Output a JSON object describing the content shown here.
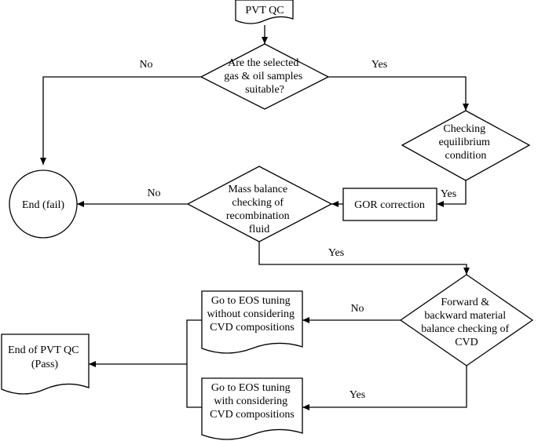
{
  "nodes": {
    "start": {
      "label": "PVT QC"
    },
    "samples_decision": {
      "lines": [
        "Are the selected",
        "gas & oil samples",
        "suitable?"
      ]
    },
    "equilibrium_decision": {
      "lines": [
        "Checking",
        "equilibrium",
        "condition"
      ]
    },
    "gor_correction": {
      "label": "GOR correction"
    },
    "mass_balance_decision": {
      "lines": [
        "Mass balance",
        "checking of",
        "recombination",
        "fluid"
      ]
    },
    "end_fail": {
      "label": "End (fail)"
    },
    "cvd_decision": {
      "lines": [
        "Forward &",
        "backward material",
        "balance checking of",
        "CVD"
      ]
    },
    "eos_without": {
      "lines": [
        "Go to EOS tuning",
        "without considering",
        "CVD compositions"
      ]
    },
    "eos_with": {
      "lines": [
        "Go to EOS tuning",
        "with considering",
        "CVD compositions"
      ]
    },
    "end_pass": {
      "lines": [
        "End of PVT QC",
        "(Pass)"
      ]
    }
  },
  "edges": {
    "samples_no": "No",
    "samples_yes": "Yes",
    "equilibrium_yes": "Yes",
    "mass_no": "No",
    "mass_yes": "Yes",
    "cvd_no": "No",
    "cvd_yes": "Yes"
  }
}
